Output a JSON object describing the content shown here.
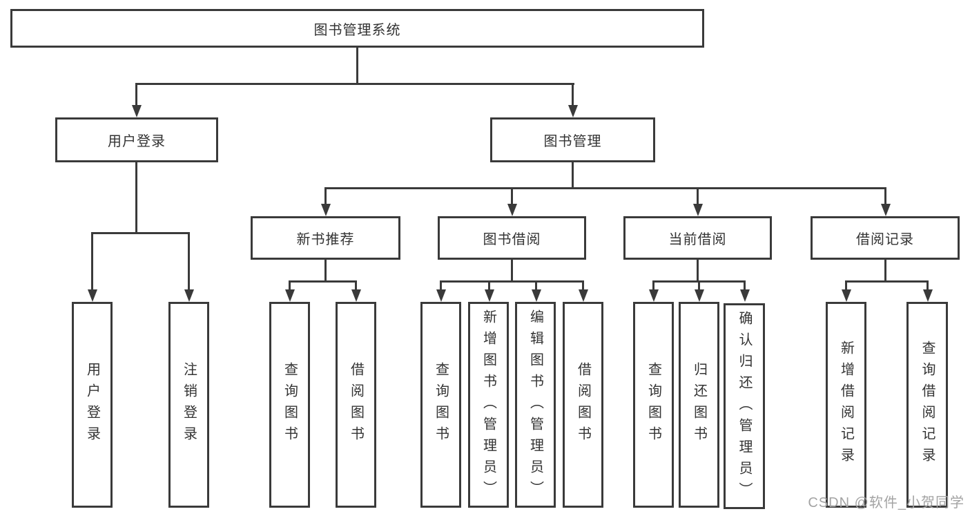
{
  "tree": {
    "root": {
      "label": "图书管理系统"
    },
    "branches": [
      {
        "label": "用户登录",
        "children": [
          {
            "label": "用户登录"
          },
          {
            "label": "注销登录"
          }
        ]
      },
      {
        "label": "图书管理",
        "children": [
          {
            "label": "新书推荐",
            "children": [
              {
                "label": "查询图书"
              },
              {
                "label": "借阅图书"
              }
            ]
          },
          {
            "label": "图书借阅",
            "children": [
              {
                "label": "查询图书"
              },
              {
                "label": "新增图书（管理员）"
              },
              {
                "label": "编辑图书（管理员）"
              },
              {
                "label": "借阅图书"
              }
            ]
          },
          {
            "label": "当前借阅",
            "children": [
              {
                "label": "查询图书"
              },
              {
                "label": "归还图书"
              },
              {
                "label": "确认归还（管理员）"
              }
            ]
          },
          {
            "label": "借阅记录",
            "children": [
              {
                "label": "新增借阅记录"
              },
              {
                "label": "查询借阅记录"
              }
            ]
          }
        ]
      }
    ]
  },
  "watermark": "CSDN @软件_小贺同学",
  "colors": {
    "line": "#3a3a3a",
    "text": "#333333",
    "background": "#ffffff",
    "watermark": "#a3a3a3"
  }
}
